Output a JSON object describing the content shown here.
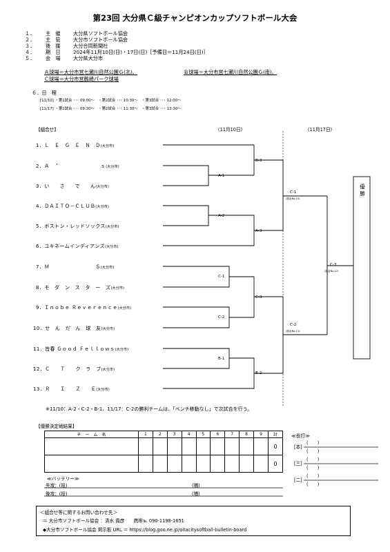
{
  "title": "第23回 大分県Ｃ級チャンピオンカップソフトボール大会",
  "info": [
    {
      "num": "１．",
      "label": "主　催",
      "value": "大分県ソフトボール協会"
    },
    {
      "num": "２．",
      "label": "主　管",
      "value": "大分市ソフトボール協会"
    },
    {
      "num": "３．",
      "label": "後　援",
      "value": "大分合同新聞社"
    },
    {
      "num": "４．",
      "label": "期　日",
      "value": "2024年11月10日(日)・17日(日)［予備日＝11月24日(日)］"
    },
    {
      "num": "５．",
      "label": "会　場",
      "value": "大分県大分市"
    }
  ],
  "venues": {
    "a": "Ａ球場＝大分市営七瀬川自然公園Ｇ(北)、",
    "b": "Ｂ球場＝大分市営七瀬川自然公園Ｇ(南)、",
    "c": "Ｃ球場＝大分市営鶴崎パーク球場"
  },
  "schedule_heading": "６．日　程",
  "schedule": [
    "[11/10] ・第1試合 ･･･ 09:00～　・第2試合 ･･･ 10:30～　・第3試合 ･･･ 12:00～",
    "[11/17] ・第1試合 ･･･ 09:30～　・第2試合 ･･･ 11:30～　・第3試合 ･･･ 13:30～"
  ],
  "bracket": {
    "heading": "【組合せ】",
    "day1": "〈11月10日〉",
    "day2": "〈11月17日〉",
    "champion": "優勝",
    "team_origin": "(大分市)",
    "teams": [
      "1．Ｌ　Ｅ　Ｇ　Ｅ　Ｎ　Ｄ",
      "2．Ａ　＇　　　　　　　　ｓ",
      "3．い　　さ　　で　　ん",
      "4．ＤＡＩＴＯ－ＣＬＵＢ",
      "5．ボストン・レッドソックス",
      "6．ユキネームインディアンズ",
      "7．Ｍ　　　　　　　　　Ｓ",
      "8．モ　ダ　ン　ス　タ　ー　ズ",
      "9．Ｉｎｏｂｅ Ｒｅｖｅｒｅｎｃｅ",
      "10．せ　ん　だ　ん　球　友",
      "11．皆春 Ｇｏｏｄ Ｆｅｌｌｏｗｓ",
      "12．Ｃ　　Ｔ　　ク　ラ　ブ",
      "13．Ｒ　　Ｉ　　Ｚ　　Ｅ"
    ],
    "matches": {
      "A1": "A-1",
      "A2": "A-2",
      "A3": "A-3",
      "B1": "B-1",
      "B2": "B-2",
      "B3": "B-3",
      "C1": "C-1",
      "C2": "C-2",
      "C3": "C-3",
      "C1_note": "(試合No.10)",
      "C2_note": "(試合No.11)",
      "C3_note": "(試合No.12)"
    },
    "footnote": "※11/10：A-2・C-2・B-1、11/17：C-2の勝利チームは、「ベンチ移動なし」で次試合を行う。"
  },
  "results": {
    "heading": "【優勝決定戦結果】",
    "team_header": "チ　ー　ム　名",
    "innings": [
      "1",
      "2",
      "3",
      "4",
      "5",
      "6",
      "7",
      "8",
      "9"
    ],
    "total_header": "計",
    "rows": [
      {
        "total": "0"
      },
      {
        "total": "0"
      }
    ],
    "battery_heading": "≪バッテリー≫",
    "first": "先攻：(投)",
    "second": "後攻：(投)",
    "catcher": "(捕)",
    "hr_heading": "≪長打≫",
    "hr_kinds": [
      "[本]",
      "[三]",
      "[二]"
    ],
    "paren": "(　　)"
  },
  "contact": {
    "heading": "＜組合せ等に関するお問い合わせ先＞",
    "line1": "＝ 大分市ソフトボール協会 ：清水 貴彦　　携帯℡ 090-1198-1651",
    "line2": "◆大分市ソフトボール協会 掲示板 URL ＝ https://blog.goo.ne.jp/oitacitysoftball-bulletin-board"
  }
}
